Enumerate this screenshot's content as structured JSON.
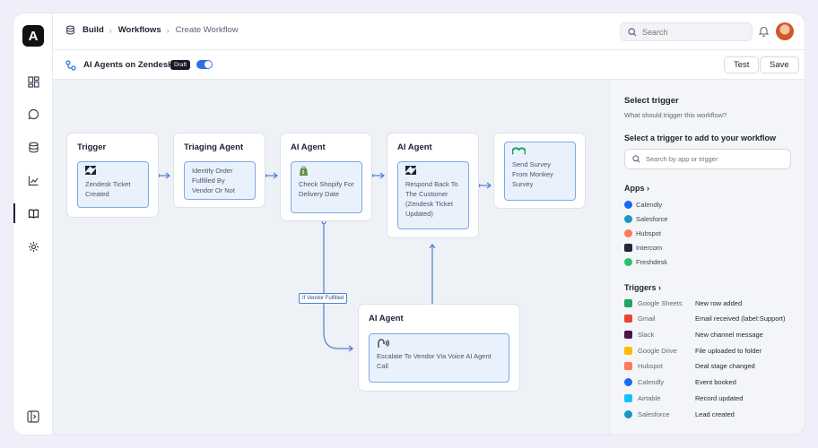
{
  "header": {
    "breadcrumbs": [
      "Build",
      "Workflows",
      "Create Workflow"
    ],
    "search_placeholder": "Search"
  },
  "workflow": {
    "title": "AI Agents on Zendesk",
    "badge": "Draft",
    "test_label": "Test",
    "save_label": "Save"
  },
  "nodes": {
    "trigger": {
      "title": "Trigger",
      "text": "Zendesk Ticket Created",
      "icon": "zendesk-icon"
    },
    "triaging": {
      "title": "Triaging Agent",
      "text": "Identify Order Fulfilled By Vendor  Or Not"
    },
    "agent_shopify": {
      "title": "AI Agent",
      "text": "Check Shopify For Delivery Date",
      "icon": "shopify-icon"
    },
    "agent_respond": {
      "title": "AI Agent",
      "text": "Respond Back To The Customer (Zendesk Ticket Updated)",
      "icon": "zendesk-icon"
    },
    "survey": {
      "text": "Send Survey From Monkey Survey",
      "icon": "surveymonkey-icon"
    },
    "agent_escalate": {
      "title": "AI Agent",
      "text": "Escalate To Vendor Via Voice AI Agent Call",
      "icon": "voice-icon"
    },
    "condition_label": "If Vendor Fulfilled"
  },
  "panel": {
    "title": "Select trigger",
    "subtitle": "What should trigger this workflow?",
    "select_heading": "Select a trigger to add to your workflow",
    "search_placeholder": "Search by app or trigger",
    "apps_heading": "Apps",
    "apps": [
      {
        "name": "Calendly",
        "color": "#1a6bf0"
      },
      {
        "name": "Salesforce",
        "color": "#1798c1"
      },
      {
        "name": "Hubspot",
        "color": "#ff7a59"
      },
      {
        "name": "Intercom",
        "color": "#1f2a37"
      },
      {
        "name": "Freshdesk",
        "color": "#25c16f"
      }
    ],
    "triggers_heading": "Triggers",
    "triggers": [
      {
        "app": "Google Sheets",
        "event": "New row added",
        "color": "#1fa463"
      },
      {
        "app": "Gmail",
        "event": "Email received (label:Support)",
        "color": "#ea4335"
      },
      {
        "app": "Slack",
        "event": "New channel message",
        "color": "#4a154b"
      },
      {
        "app": "Google Drive",
        "event": "File uploaded to folder",
        "color": "#fbbc04"
      },
      {
        "app": "Hubspot",
        "event": "Deal stage changed",
        "color": "#ff7a59"
      },
      {
        "app": "Calendly",
        "event": "Event booked",
        "color": "#1a6bf0"
      },
      {
        "app": "Airtable",
        "event": "Record updated",
        "color": "#18bfff"
      },
      {
        "app": "Salesforce",
        "event": "Lead created",
        "color": "#1798c1"
      }
    ]
  }
}
